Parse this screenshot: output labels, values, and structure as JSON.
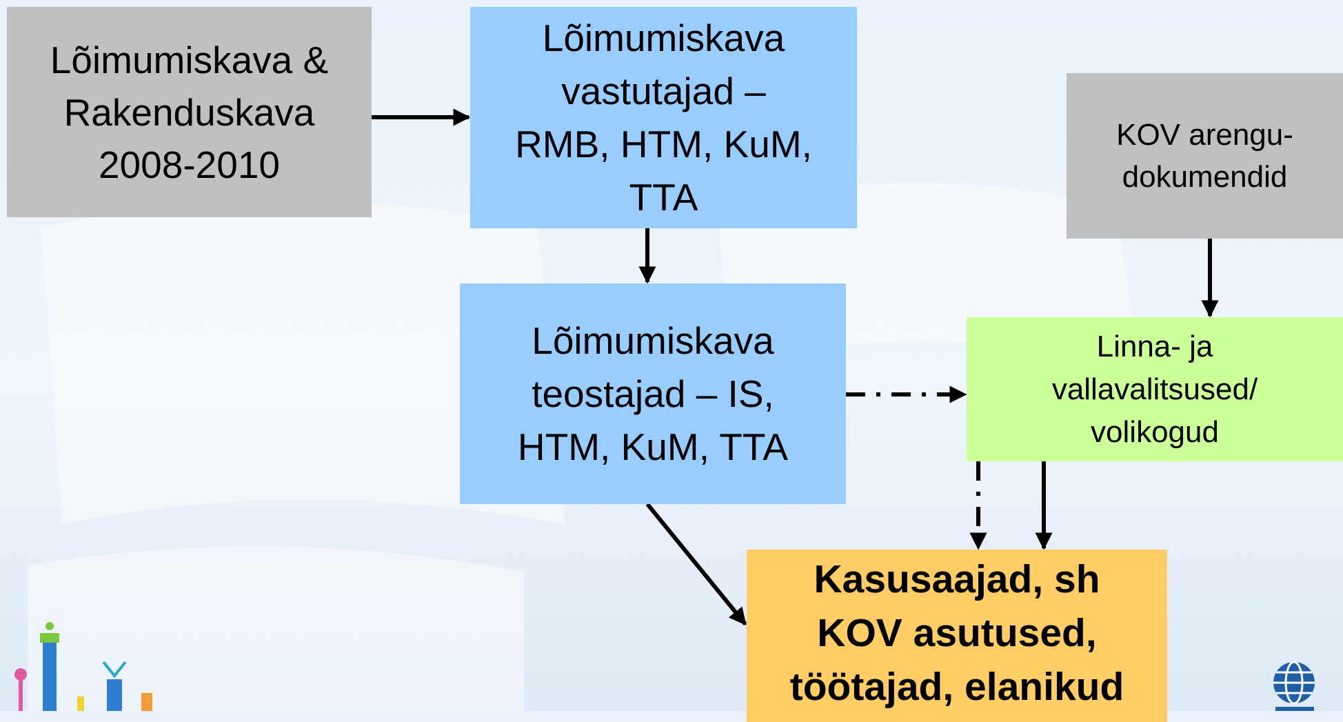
{
  "diagram": {
    "nodes": {
      "integration_plan": "Lõimumiskava &\nRakenduskava\n2008-2010",
      "plan_responsibles": "Lõimumiskava\nvastutajad –\nRMB, HTM, KuM,\nTTA",
      "plan_implementers": "Lõimumiskava\nteostajad – IS,\nHTM, KuM, TTA",
      "kov_documents": "KOV arengu-\ndokumendid",
      "local_governments": "Linna- ja\nvallavalitsused/\nvolikogud",
      "beneficiaries": "Kasusaajad, sh\nKOV asutused,\ntöötajad, elanikud"
    },
    "colors": {
      "gray_box": "#c0c0c0",
      "blue_box": "#99ccff",
      "green_box": "#ccff99",
      "orange_box": "#ffcc66",
      "arrow": "#000000"
    },
    "edges": [
      {
        "from": "integration_plan",
        "to": "plan_responsibles",
        "style": "solid"
      },
      {
        "from": "plan_responsibles",
        "to": "plan_implementers",
        "style": "solid"
      },
      {
        "from": "kov_documents",
        "to": "local_governments",
        "style": "solid"
      },
      {
        "from": "plan_implementers",
        "to": "local_governments",
        "style": "dash-dot"
      },
      {
        "from": "plan_implementers",
        "to": "beneficiaries",
        "style": "solid"
      },
      {
        "from": "local_governments",
        "to": "beneficiaries",
        "style": "dash-dot"
      },
      {
        "from": "local_governments",
        "to": "beneficiaries",
        "style": "solid"
      }
    ]
  }
}
